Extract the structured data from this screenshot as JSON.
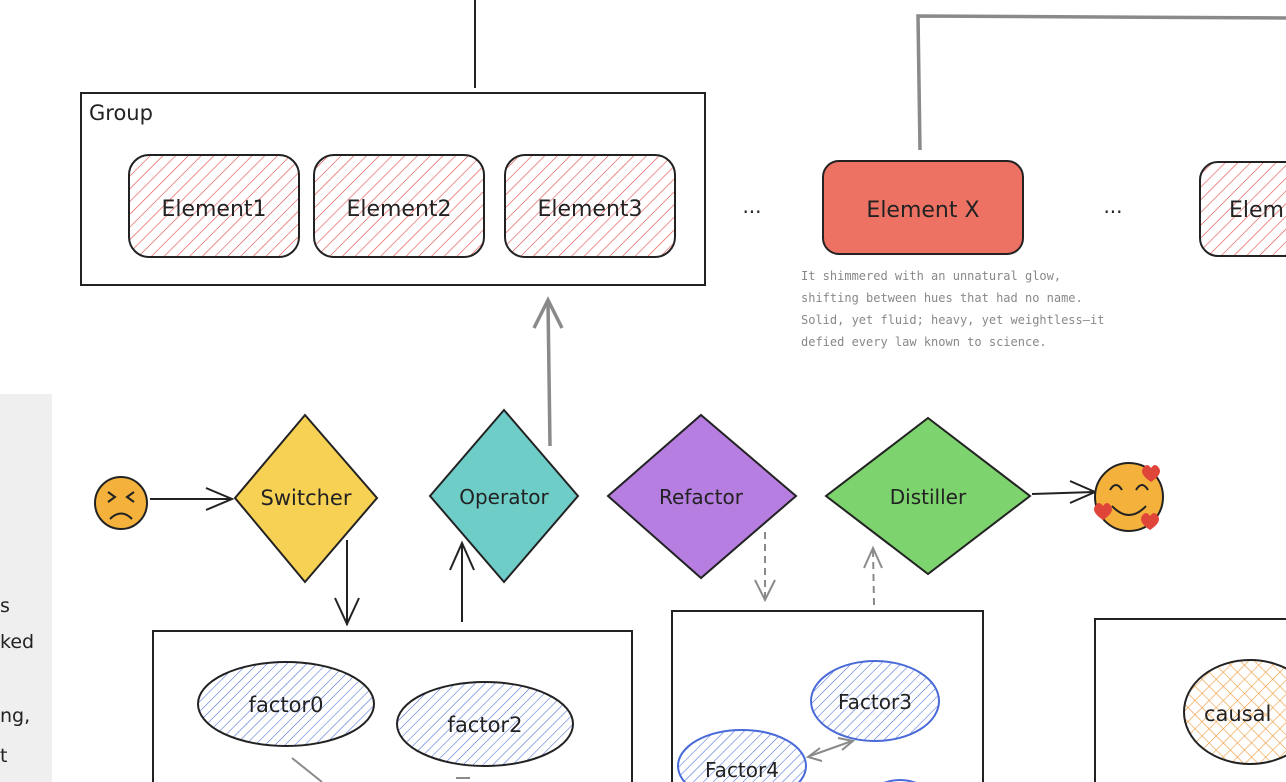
{
  "group": {
    "label": "Group",
    "elements": [
      "Element1",
      "Element2",
      "Element3"
    ]
  },
  "ellipsis": "...",
  "element_x": {
    "label": "Element X",
    "description": [
      "It shimmered with an unnatural glow,",
      "shifting between hues that had no name.",
      "Solid, yet fluid; heavy, yet weightless—it",
      "defied every law known to science."
    ]
  },
  "element_cut": "Elem",
  "steps": [
    "Switcher",
    "Operator",
    "Refactor",
    "Distiller"
  ],
  "factors_left": [
    "factor0",
    "factor2"
  ],
  "factors_mid": [
    "Factor3",
    "Factor4"
  ],
  "causal_label": "causal",
  "side_text_fragments": [
    "s",
    "ked",
    "ng,",
    "t"
  ],
  "colors": {
    "element_hatch": "#e04848",
    "element_x_fill": "#ee7263",
    "switcher": "#f7d154",
    "operator": "#6fcdc8",
    "refactor": "#b67ee0",
    "distiller": "#7dd36d",
    "factor_hatch": "#4a6ad8",
    "causal_hatch": "#ee9a3a",
    "face": "#f4b23c",
    "heart": "#e0453a",
    "connector_gray": "#8a8a8a",
    "side_panel": "#efefef"
  }
}
